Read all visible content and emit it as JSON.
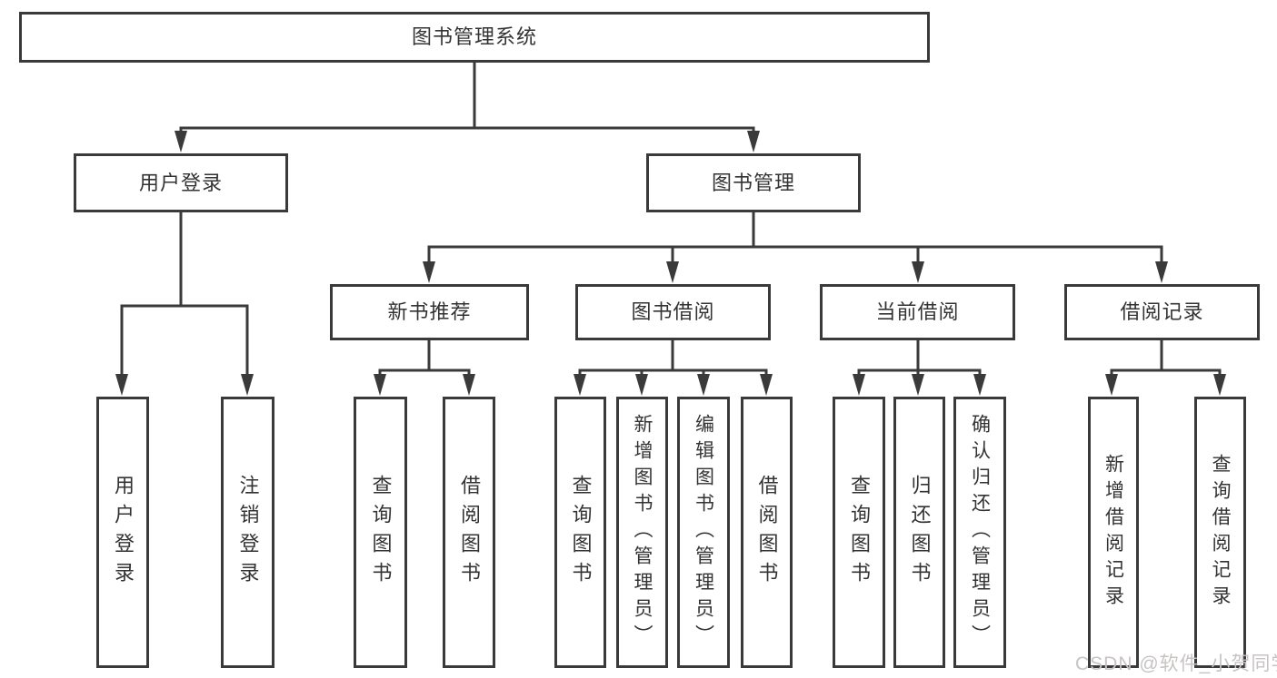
{
  "colors": {
    "line": "#3a3a3a",
    "text": "#333333",
    "box_fill": "#ffffff",
    "background": "#ffffff",
    "watermark": "#c7c3c3"
  },
  "watermark": {
    "text": "CSDN @软件_小贺同学"
  },
  "tree": {
    "label": "图书管理系统",
    "children": [
      {
        "label": "用户登录",
        "children": [
          {
            "label": "用户登录"
          },
          {
            "label": "注销登录"
          }
        ]
      },
      {
        "label": "图书管理",
        "children": [
          {
            "label": "新书推荐",
            "children": [
              {
                "label": "查询图书"
              },
              {
                "label": "借阅图书"
              }
            ]
          },
          {
            "label": "图书借阅",
            "children": [
              {
                "label": "查询图书"
              },
              {
                "label": "新增图书（管理员）"
              },
              {
                "label": "编辑图书（管理员）"
              },
              {
                "label": "借阅图书"
              }
            ]
          },
          {
            "label": "当前借阅",
            "children": [
              {
                "label": "查询图书"
              },
              {
                "label": "归还图书"
              },
              {
                "label": "确认归还（管理员）"
              }
            ]
          },
          {
            "label": "借阅记录",
            "children": [
              {
                "label": "新增借阅记录"
              },
              {
                "label": "查询借阅记录"
              }
            ]
          }
        ]
      }
    ]
  }
}
